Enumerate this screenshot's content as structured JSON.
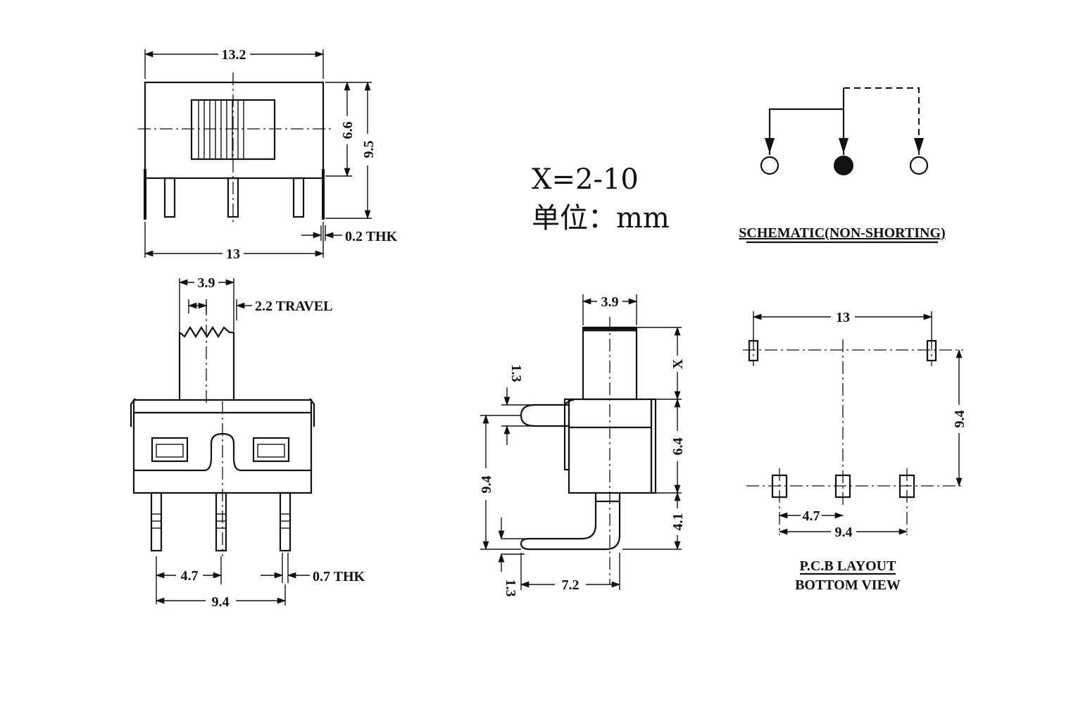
{
  "front_view": {
    "dim_total_width": "13.2",
    "dim_base_width": "13",
    "dim_actuator_height": "6.6",
    "dim_body_height": "9.5",
    "dim_thickness": "0.2 THK"
  },
  "side_view": {
    "dim_actuator_width": "3.9",
    "dim_travel": "2.2 TRAVEL",
    "dim_pin_pitch": "4.7",
    "dim_pin_span": "9.4",
    "dim_pin_thickness": "0.7 THK"
  },
  "params": {
    "x_range": "X=2-10",
    "unit": "单位：mm"
  },
  "profile_view": {
    "dim_top": "3.9",
    "dim_x": "X",
    "dim_body": "6.4",
    "dim_pin": "4.1",
    "dim_left_top": "1.3",
    "dim_left_span": "9.4",
    "dim_left_bottom": "1.3",
    "dim_bottom": "7.2"
  },
  "schematic": {
    "title": "SCHEMATIC(NON-SHORTING)",
    "center_terminal_color": "#111111"
  },
  "pcb_layout": {
    "dim_width": "13",
    "dim_height": "9.4",
    "dim_pitch": "4.7",
    "dim_span": "9.4",
    "title_line1": "P.C.B LAYOUT",
    "title_line2": "BOTTOM VIEW"
  }
}
